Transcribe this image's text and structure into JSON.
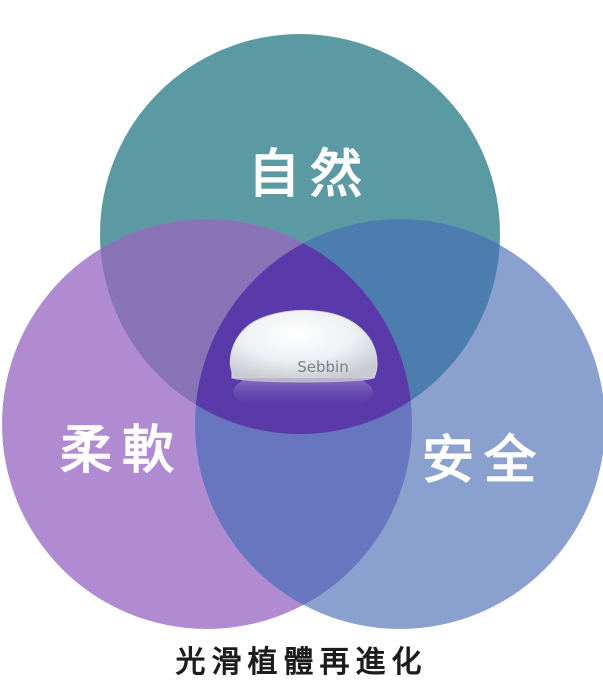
{
  "diagram": {
    "circles": [
      {
        "label": "自然",
        "color": "#5b9aa2"
      },
      {
        "label": "柔軟",
        "color": "#b18bd2"
      },
      {
        "label": "安全",
        "color": "#6d85c4"
      }
    ],
    "center_product": {
      "brand": "Sebbin"
    }
  },
  "caption": "光滑植體再進化"
}
